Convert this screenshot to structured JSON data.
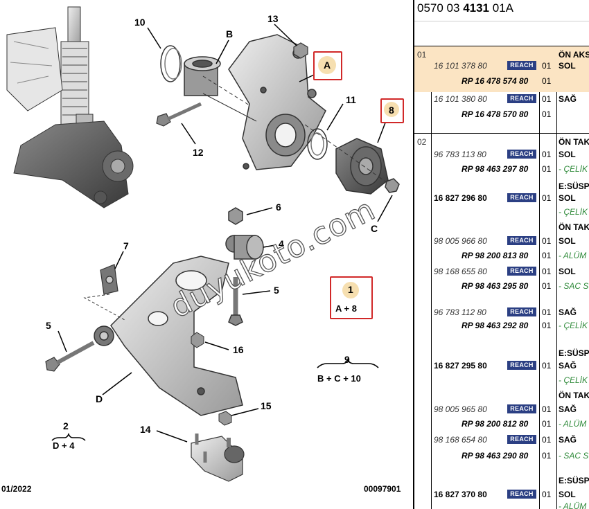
{
  "diagram": {
    "callouts": {
      "c1": "1",
      "c2": "2",
      "c4": "4",
      "c5a": "5",
      "c5b": "5",
      "c6": "6",
      "c7": "7",
      "c8": "8",
      "c9": "9",
      "c10": "10",
      "c11": "11",
      "c12": "12",
      "c13": "13",
      "c14": "14",
      "c15": "15",
      "c16": "16",
      "cA": "A",
      "cB": "B",
      "cC": "C",
      "cD": "D"
    },
    "groups": {
      "g1": "A + 8",
      "g2": "D + 4",
      "g9": "B + C + 10"
    },
    "footer_left": "01/2022",
    "footer_right": "00097901",
    "watermark": "duyukoto.com",
    "accent_box": "#d12828",
    "highlight_circle": "#f6dfb0"
  },
  "panel": {
    "header_pre": "0570 03 ",
    "header_bold": "4131",
    "header_post": " 01A",
    "groups": [
      {
        "no": "01",
        "rows": [
          {
            "code": "16 101 378 80",
            "badge": "REACH",
            "qty": "01",
            "desc": "SOL",
            "desc_top": "ÖN AKS"
          },
          {
            "code": "RP 16 478 574 80",
            "qty": "01"
          },
          {
            "code": "16 101 380 80",
            "badge": "REACH",
            "qty": "01",
            "desc": "SAĞ"
          },
          {
            "code": "RP 16 478 570 80",
            "qty": "01"
          }
        ]
      },
      {
        "no": "02",
        "rows": [
          {
            "desc_top": "ÖN TAK",
            "code": "96 783 113 80",
            "badge": "REACH",
            "qty": "01",
            "desc": "SOL"
          },
          {
            "code": "RP 98 463 297 80",
            "qty": "01",
            "note": "- ÇELİK"
          },
          {
            "desc_top": "E:SÜSP",
            "code": "16 827 296 80",
            "badge": "REACH",
            "qty": "01",
            "desc": "SOL"
          },
          {
            "note": "- ÇELİK"
          },
          {
            "desc_top": "ÖN TAK",
            "code": "98 005 966 80",
            "badge": "REACH",
            "qty": "01",
            "desc": "SOL"
          },
          {
            "code": "RP 98 200 813 80",
            "qty": "01",
            "note": "- ALÜM"
          },
          {
            "code": "98 168 655 80",
            "badge": "REACH",
            "qty": "01",
            "desc": "SOL"
          },
          {
            "code": "RP 98 463 295 80",
            "qty": "01",
            "note": "- SAC S"
          },
          {
            "code": "96 783 112 80",
            "badge": "REACH",
            "qty": "01",
            "desc": "SAĞ"
          },
          {
            "code": "RP 98 463 292 80",
            "qty": "01",
            "note": "- ÇELİK"
          },
          {
            "desc_top": "E:SÜSP",
            "code": "16 827 295 80",
            "badge": "REACH",
            "qty": "01",
            "desc": "SAĞ"
          },
          {
            "note": "- ÇELİK"
          },
          {
            "desc_top": "ÖN TAK",
            "code": "98 005 965 80",
            "badge": "REACH",
            "qty": "01",
            "desc": "SAĞ"
          },
          {
            "code": "RP 98 200 812 80",
            "qty": "01",
            "note": "- ALÜM"
          },
          {
            "code": "98 168 654 80",
            "badge": "REACH",
            "qty": "01",
            "desc": "SAĞ"
          },
          {
            "code": "RP 98 463 290 80",
            "qty": "01",
            "note": "- SAC S"
          },
          {
            "desc_top": "E:SÜSP",
            "code": "16 827 370 80",
            "badge": "REACH",
            "qty": "01",
            "desc": "SOL"
          },
          {
            "note": "- ALÜM"
          }
        ]
      }
    ]
  }
}
